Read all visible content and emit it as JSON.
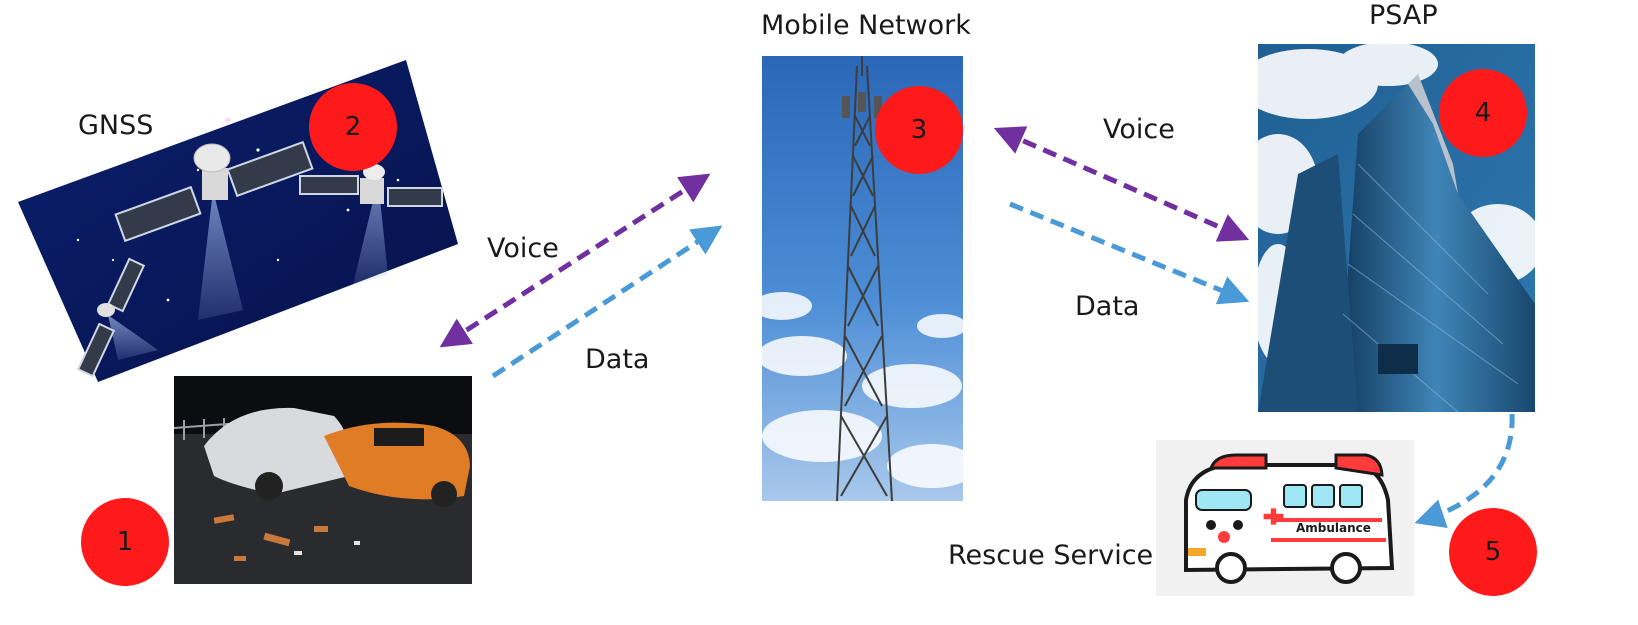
{
  "labels": {
    "gnss": "GNSS",
    "mobile_network": "Mobile Network",
    "psap": "PSAP",
    "rescue_service": "Rescue Service",
    "voice_left": "Voice",
    "data_left": "Data",
    "voice_right": "Voice",
    "data_right": "Data"
  },
  "badges": {
    "vehicle": "1",
    "gnss": "2",
    "network": "3",
    "psap": "4",
    "rescue": "5"
  },
  "colors": {
    "voice_arrow": "#7030a0",
    "data_arrow": "#4a9ad8",
    "badge": "#fe1a1a"
  }
}
